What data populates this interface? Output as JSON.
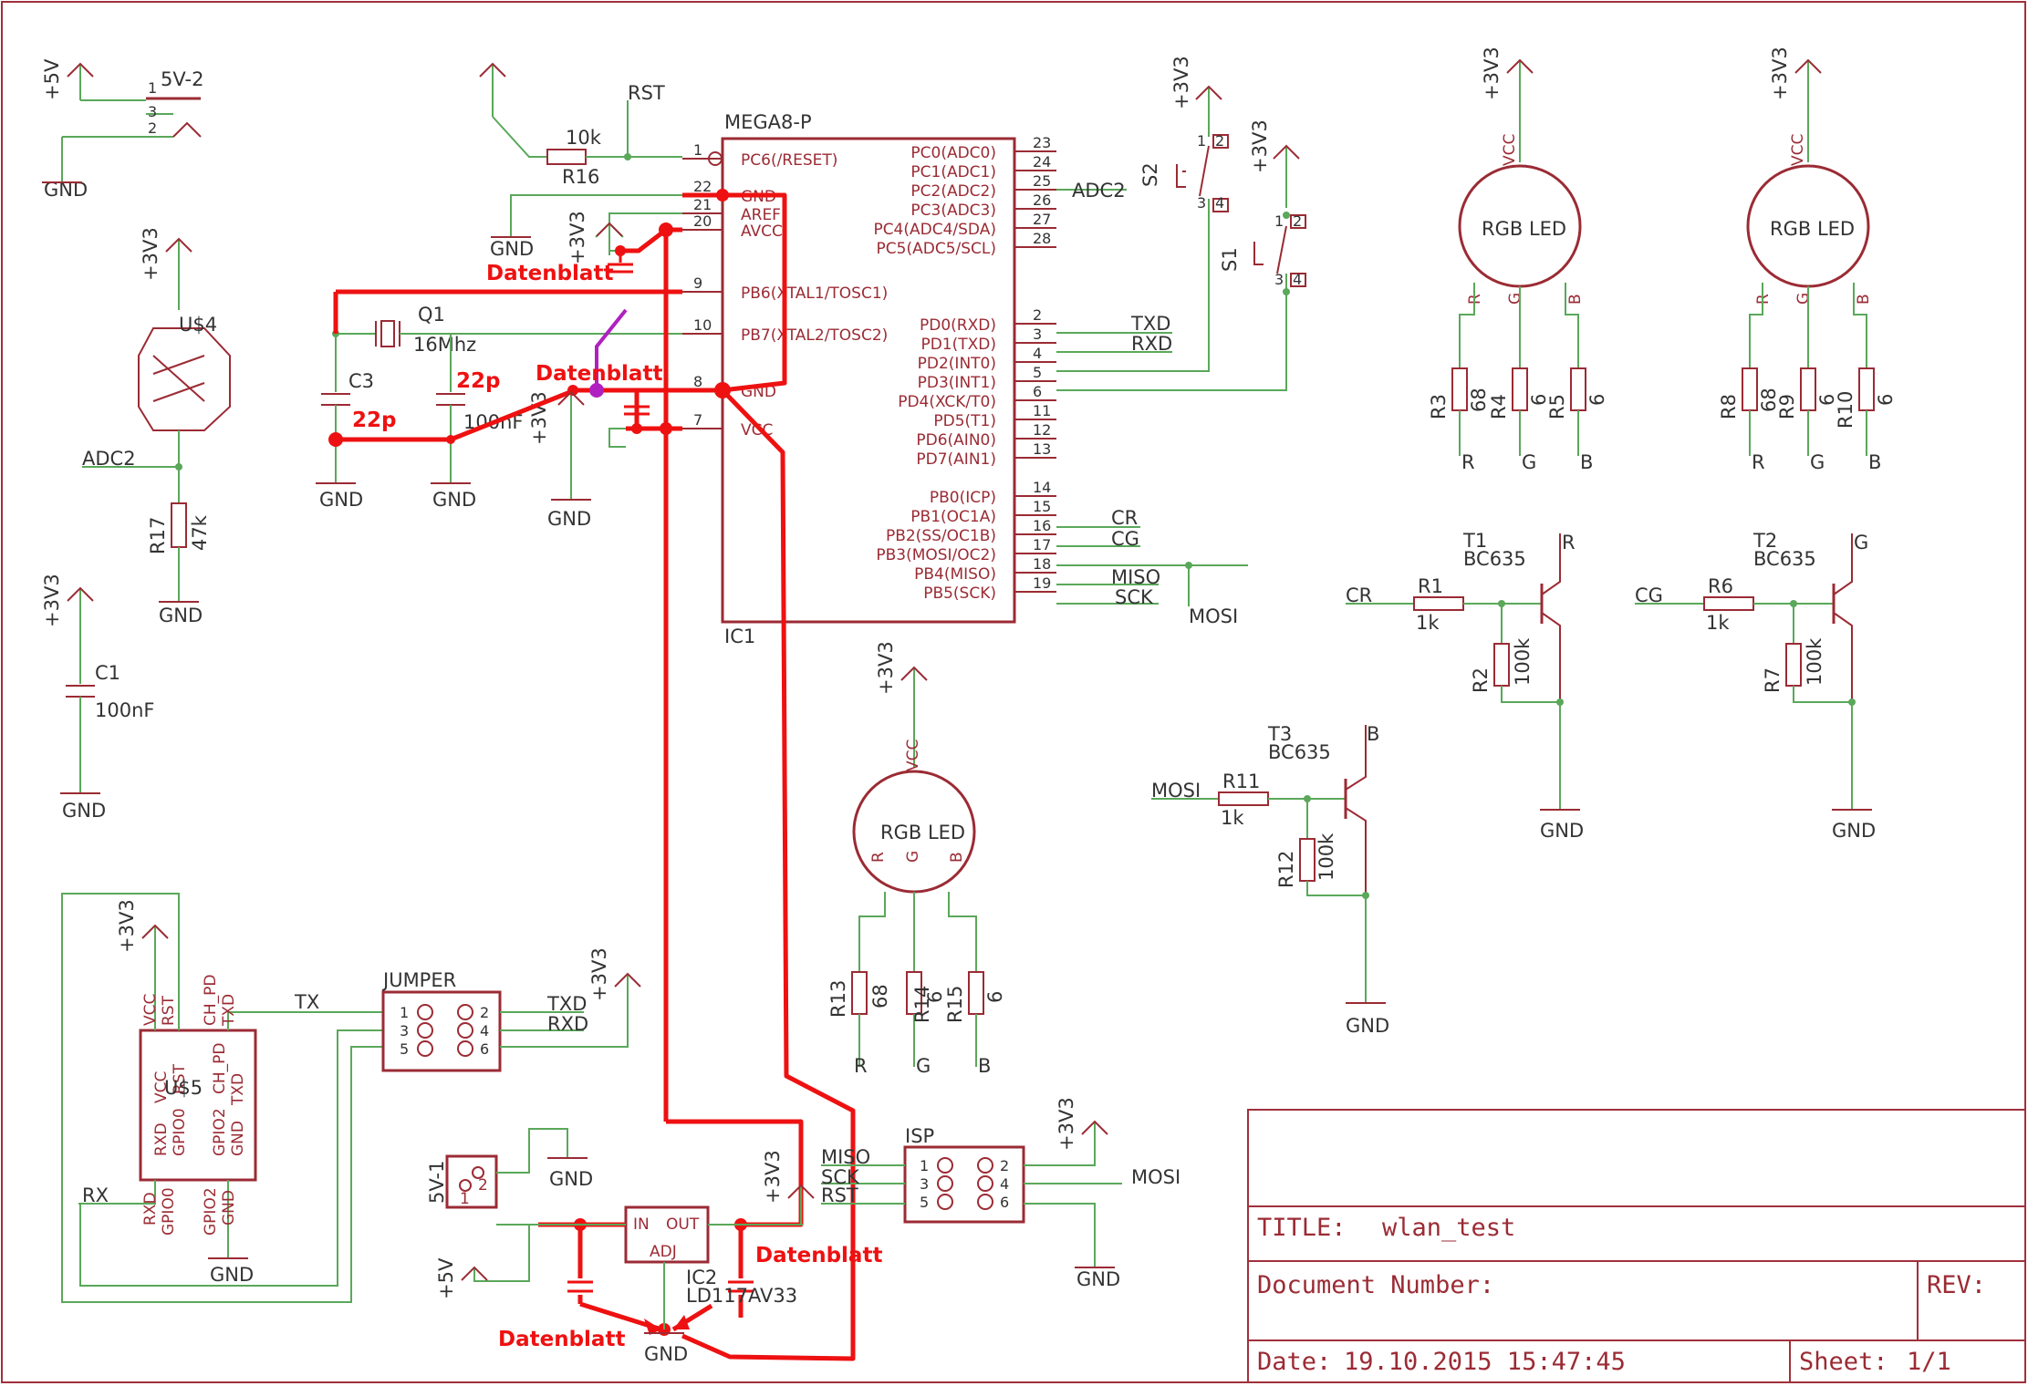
{
  "title_block": {
    "title_label": "TITLE:",
    "title_value": "wlan_test",
    "doc_label": "Document Number:",
    "rev_label": "REV:",
    "date_label": "Date:",
    "date_value": "19.10.2015 15:47:45",
    "sheet_label": "Sheet:",
    "sheet_value": "1/1"
  },
  "mcu": {
    "name": "MEGA8-P",
    "ref": "IC1",
    "left_pins": [
      {
        "num": "1",
        "name": "PC6(/RESET)"
      },
      {
        "num": "22",
        "name": "GND"
      },
      {
        "num": "21",
        "name": "AREF"
      },
      {
        "num": "20",
        "name": "AVCC"
      },
      {
        "num": "9",
        "name": "PB6(XTAL1/TOSC1)"
      },
      {
        "num": "10",
        "name": "PB7(XTAL2/TOSC2)"
      },
      {
        "num": "8",
        "name": "GND"
      },
      {
        "num": "7",
        "name": "VCC"
      }
    ],
    "right_pins": [
      {
        "num": "23",
        "name": "PC0(ADC0)"
      },
      {
        "num": "24",
        "name": "PC1(ADC1)"
      },
      {
        "num": "25",
        "name": "PC2(ADC2)"
      },
      {
        "num": "26",
        "name": "PC3(ADC3)"
      },
      {
        "num": "27",
        "name": "PC4(ADC4/SDA)"
      },
      {
        "num": "28",
        "name": "PC5(ADC5/SCL)"
      },
      {
        "num": "2",
        "name": "PD0(RXD)"
      },
      {
        "num": "3",
        "name": "PD1(TXD)"
      },
      {
        "num": "4",
        "name": "PD2(INT0)"
      },
      {
        "num": "5",
        "name": "PD3(INT1)"
      },
      {
        "num": "6",
        "name": "PD4(XCK/T0)"
      },
      {
        "num": "11",
        "name": "PD5(T1)"
      },
      {
        "num": "12",
        "name": "PD6(AIN0)"
      },
      {
        "num": "13",
        "name": "PD7(AIN1)"
      },
      {
        "num": "14",
        "name": "PB0(ICP)"
      },
      {
        "num": "15",
        "name": "PB1(OC1A)"
      },
      {
        "num": "16",
        "name": "PB2(SS/OC1B)"
      },
      {
        "num": "17",
        "name": "PB3(MOSI/OC2)"
      },
      {
        "num": "18",
        "name": "PB4(MISO)"
      },
      {
        "num": "19",
        "name": "PB5(SCK)"
      }
    ],
    "nets": {
      "rst": "RST",
      "adc2": "ADC2",
      "txd": "TXD",
      "rxd": "RXD",
      "cr": "CR",
      "cg": "CG",
      "miso": "MISO",
      "sck": "SCK",
      "mosi": "MOSI"
    }
  },
  "power": {
    "v33": "+3V3",
    "v5": "+5V",
    "gnd": "GND"
  },
  "parts": {
    "r16": {
      "ref": "R16",
      "value": "10k"
    },
    "q1": {
      "ref": "Q1",
      "value": "16Mhz"
    },
    "c3": {
      "ref": "C3",
      "value": "22p"
    },
    "c_xtal2_value": "100nF",
    "c1": {
      "ref": "C1",
      "value": "100nF"
    },
    "u4": {
      "ref": "U$4"
    },
    "r17": {
      "ref": "R17",
      "value": "47k"
    },
    "adc2_net": "ADC2",
    "conn_5v2": {
      "ref": "5V-2",
      "pins": [
        "1",
        "3",
        "2"
      ]
    },
    "s1": {
      "ref": "S1",
      "pins": [
        "1",
        "2",
        "3",
        "4"
      ]
    },
    "s2": {
      "ref": "S2",
      "pins": [
        "1",
        "2",
        "3",
        "4"
      ]
    },
    "jumper": {
      "ref": "JUMPER",
      "pins": [
        "1",
        "2",
        "3",
        "4",
        "5",
        "6"
      ],
      "net_tx": "TX",
      "net_txd": "TXD",
      "net_rxd": "RXD"
    },
    "esp": {
      "ref": "U$5",
      "top_pins": [
        "VCC",
        "RST",
        "CH_PD",
        "TXD"
      ],
      "inner_top": [
        "RXD",
        "VCC",
        "GPIO0",
        "RST",
        "GPIO2",
        "CH_PD",
        "GND",
        "TXD"
      ],
      "bottom_pins": [
        "RXD",
        "GPIO0",
        "GPIO2",
        "GND"
      ],
      "net_rx": "RX"
    },
    "conn_5v1": {
      "ref": "5V-1",
      "pins": [
        "1",
        "2"
      ]
    },
    "ic2": {
      "ref": "IC2",
      "value": "LD117AV33",
      "pin_in": "IN",
      "pin_out": "OUT",
      "pin_adj": "ADJ"
    },
    "isp": {
      "ref": "ISP",
      "pins": [
        "1",
        "2",
        "3",
        "4",
        "5",
        "6"
      ],
      "nets": [
        "MISO",
        "SCK",
        "RST",
        "MOSI"
      ]
    },
    "led_center": {
      "label": "RGB LED",
      "pins": [
        "VCC",
        "R",
        "G",
        "B"
      ]
    },
    "led_left": {
      "label": "RGB LED",
      "pins": [
        "VCC",
        "R",
        "G",
        "B"
      ]
    },
    "led_right": {
      "label": "RGB LED",
      "pins": [
        "VCC",
        "R",
        "G",
        "B"
      ]
    },
    "r13": {
      "ref": "R13",
      "value": "68"
    },
    "r14": {
      "ref": "R14",
      "value": "6"
    },
    "r15": {
      "ref": "R15",
      "value": "6"
    },
    "r3": {
      "ref": "R3",
      "value": "68"
    },
    "r4": {
      "ref": "R4",
      "value": "6"
    },
    "r5": {
      "ref": "R5",
      "value": "6"
    },
    "r8": {
      "ref": "R8",
      "value": "68"
    },
    "r9": {
      "ref": "R9",
      "value": "6"
    },
    "r10": {
      "ref": "R10",
      "value": "6"
    },
    "net_r": "R",
    "net_g": "G",
    "net_b": "B",
    "t1": {
      "ref": "T1",
      "value": "BC635"
    },
    "t2": {
      "ref": "T2",
      "value": "BC635"
    },
    "t3": {
      "ref": "T3",
      "value": "BC635"
    },
    "r1": {
      "ref": "R1",
      "value": "1k"
    },
    "r2": {
      "ref": "R2",
      "value": "100k"
    },
    "r6": {
      "ref": "R6",
      "value": "1k"
    },
    "r7": {
      "ref": "R7",
      "value": "100k"
    },
    "r11": {
      "ref": "R11",
      "value": "1k"
    },
    "r12": {
      "ref": "R12",
      "value": "100k"
    }
  },
  "annotations": {
    "datenblatt": "Datenblatt",
    "cap22p": "22p"
  }
}
